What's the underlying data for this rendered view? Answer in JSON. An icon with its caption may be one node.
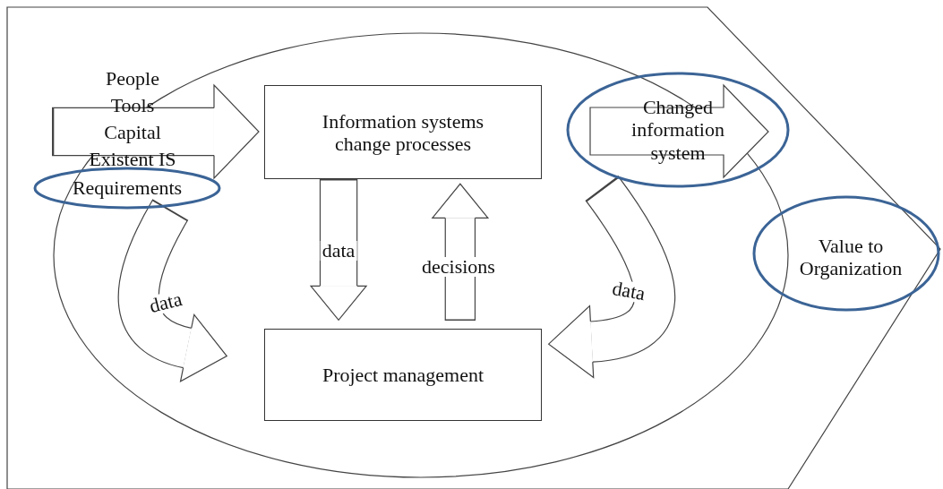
{
  "diagram": {
    "nodes": [
      {
        "text": [
          "Requirements"
        ]
      },
      {
        "text": [
          "Information systems change processes"
        ]
      },
      {
        "text": [
          "Changed information system"
        ]
      },
      {
        "text": [
          "Project management"
        ]
      },
      {
        "text": [
          "Value to Organization"
        ]
      }
    ],
    "edges": [
      {
        "from": null,
        "to": 1,
        "arrow": "to"
      },
      {
        "from": 1,
        "to": 3,
        "arrow": "to",
        "label": "data"
      },
      {
        "from": 3,
        "to": 1,
        "arrow": "to",
        "label": "decisions"
      },
      {
        "from": 0,
        "to": 3,
        "arrow": "to",
        "label": "data"
      },
      {
        "from": 2,
        "to": 3,
        "arrow": "to",
        "label": "data"
      }
    ],
    "labels": [
      "People",
      "Tools",
      "Capital",
      "Existent IS"
    ]
  }
}
